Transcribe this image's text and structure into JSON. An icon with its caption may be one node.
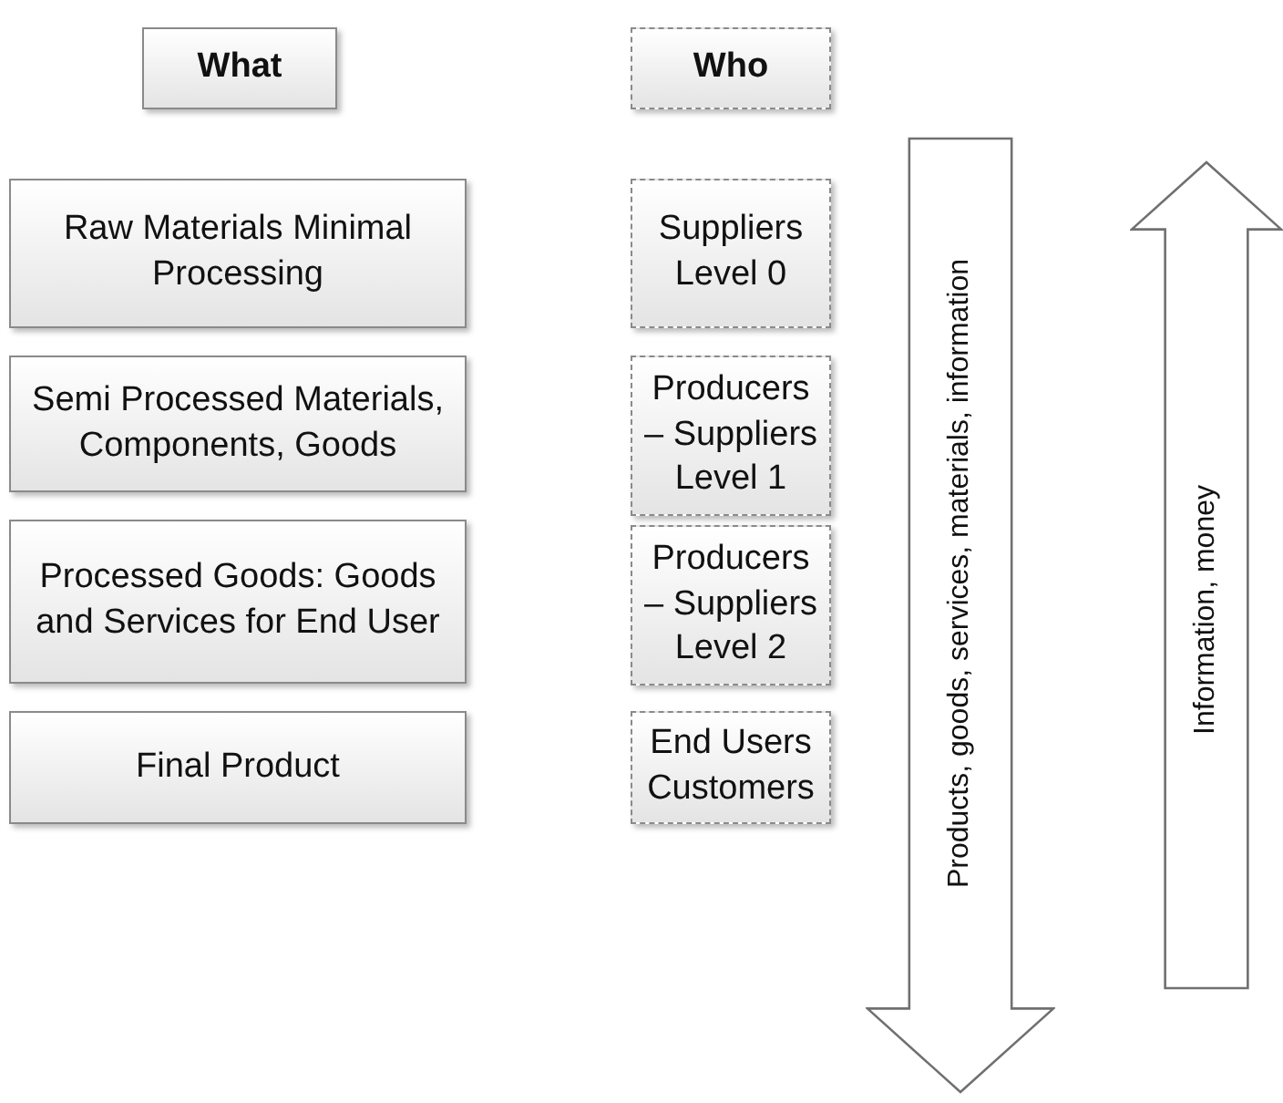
{
  "diagram": {
    "nodes": [
      {
        "text": [
          "What"
        ]
      },
      {
        "text": [
          "Who"
        ]
      },
      {
        "text": [
          "Raw Materials Minimal Processing"
        ]
      },
      {
        "text": [
          "Suppliers Level 0"
        ]
      },
      {
        "text": [
          "Semi Processed Materials, Components, Goods"
        ]
      },
      {
        "text": [
          "Producers – Suppliers Level 1"
        ]
      },
      {
        "text": [
          "Processed Goods: Goods and Services for End User"
        ]
      },
      {
        "text": [
          "Producers – Suppliers Level 2"
        ]
      },
      {
        "text": [
          "Final Product"
        ]
      },
      {
        "text": [
          "End Users Customers"
        ]
      },
      {
        "text": [
          "Products, goods, services, materials, information"
        ]
      },
      {
        "text": [
          "Information, money"
        ]
      }
    ]
  }
}
